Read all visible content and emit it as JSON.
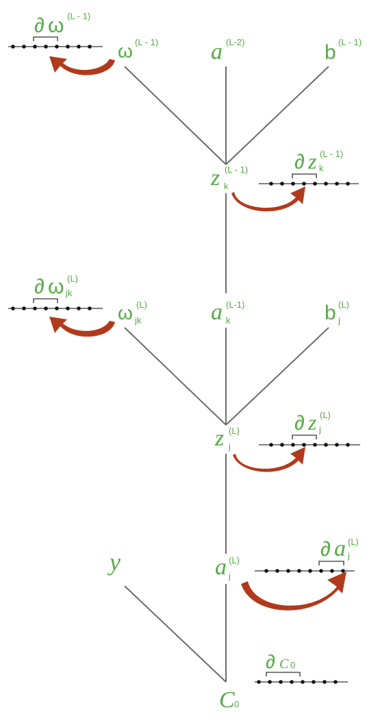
{
  "colors": {
    "label": "#55aa44",
    "edge": "#6b6b6b",
    "arrow": "#b23a1c",
    "dot": "#111111"
  },
  "nodes": {
    "w_prev": {
      "base": "ω",
      "sup": "(L - 1)",
      "sub": ""
    },
    "a_prev2": {
      "base": "a",
      "sup": "(L-2)",
      "sub": ""
    },
    "b_prev": {
      "base": "b",
      "sup": "(L - 1)",
      "sub": ""
    },
    "z_prev": {
      "base": "z",
      "sup": "(L - 1)",
      "sub": "k"
    },
    "w_L": {
      "base": "ω",
      "sup": "(L)",
      "sub": "jk"
    },
    "a_prev": {
      "base": "a",
      "sup": "(L-1)",
      "sub": "k"
    },
    "b_L": {
      "base": "b",
      "sup": "(L)",
      "sub": "j"
    },
    "z_L": {
      "base": "z",
      "sup": "(L)",
      "sub": "j"
    },
    "y": {
      "base": "y"
    },
    "a_L": {
      "base": "a",
      "sup": "(L)",
      "sub": "j"
    },
    "cost": {
      "base": "C",
      "sub": "0"
    }
  },
  "deltas": {
    "dw_prev": {
      "prefix": "∂",
      "base": "ω",
      "sup": "(L - 1)",
      "sub": ""
    },
    "dz_prev": {
      "prefix": "∂",
      "base": "z",
      "sup": "(L - 1)",
      "sub": "k"
    },
    "dw_L": {
      "prefix": "∂",
      "base": "ω",
      "sup": "(L)",
      "sub": "jk"
    },
    "dz_L": {
      "prefix": "∂",
      "base": "z",
      "sup": "(L)",
      "sub": "j"
    },
    "da_L": {
      "prefix": "∂",
      "base": "a",
      "sup": "(L)",
      "sub": "j"
    },
    "dcost": {
      "prefix": "∂",
      "base": "C",
      "sub": "0"
    }
  }
}
